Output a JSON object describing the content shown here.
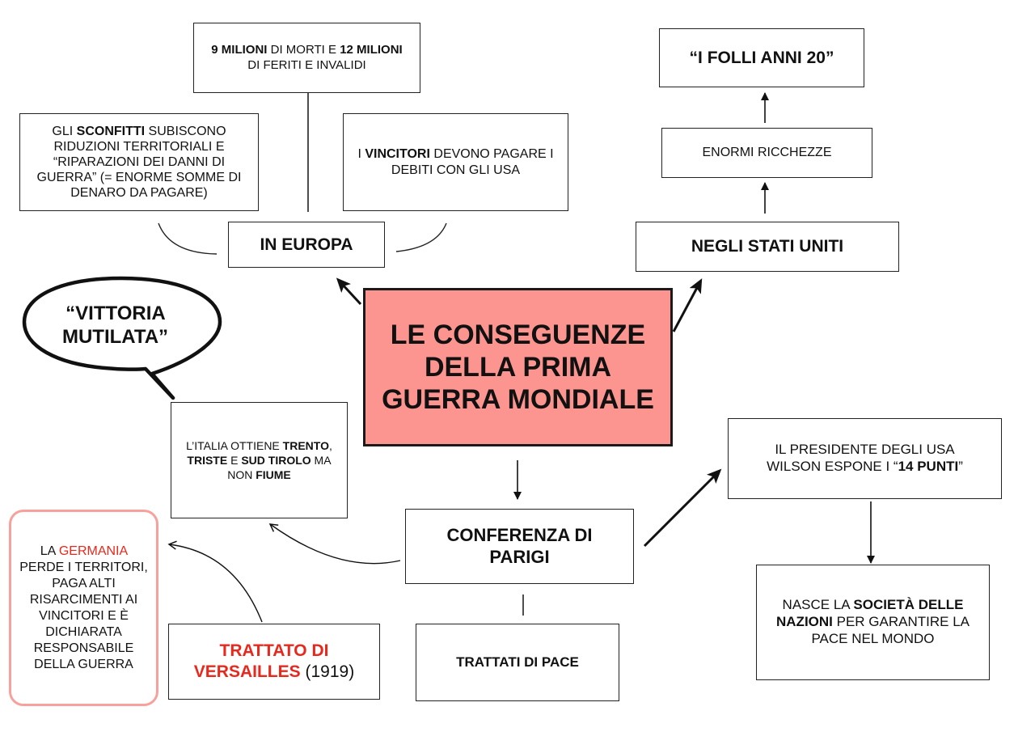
{
  "central": {
    "line1": "LE CONSEGUENZE",
    "line2": "DELLA PRIMA",
    "line3": "GUERRA MONDIALE",
    "fill_color": "#fc958f"
  },
  "europa": {
    "label": "IN EUROPA",
    "deaths": {
      "b1": "9 MILIONI",
      "t1": " DI MORTI E ",
      "b2": "12 MILIONI",
      "t2": " DI FERITI E INVALIDI"
    },
    "sconfitti": {
      "t1": "GLI ",
      "b1": "SCONFITTI",
      "t2": " SUBISCONO RIDUZIONI TERRITORIALI E “RIPARAZIONI DEI DANNI DI GUERRA” (= ENORME SOMME DI DENARO DA PAGARE)"
    },
    "vincitori": {
      "t1": "I ",
      "b1": "VINCITORI",
      "t2": " DEVONO PAGARE I DEBITI CON GLI USA"
    }
  },
  "usa": {
    "label": "NEGLI STATI UNITI",
    "ricchezze": "ENORMI RICCHEZZE",
    "folli": "“I FOLLI ANNI 20”"
  },
  "bubble": {
    "line1": "“VITTORIA",
    "line2": "MUTILATA”"
  },
  "italia": {
    "t1": "L’ITALIA OTTIENE ",
    "b1": "TRENTO",
    "t2": ", ",
    "b2": "TRISTE",
    "t3": " E ",
    "b3": "SUD TIROLO",
    "t4": " MA NON ",
    "b4": "FIUME"
  },
  "conferenza": {
    "label": "CONFERENZA DI PARIGI"
  },
  "wilson": {
    "t1": "IL PRESIDENTE DEGLI USA WILSON ESPONE I “",
    "b1": "14 PUNTI",
    "t2": "”"
  },
  "societa": {
    "t1": "NASCE LA ",
    "b1": "SOCIETÀ DELLE NAZIONI",
    "t2": " PER GARANTIRE LA PACE NEL MONDO"
  },
  "germania": {
    "t1": "LA ",
    "r1": "GERMANIA",
    "t2": " PERDE I TERRITORI, PAGA ALTI RISARCIMENTI AI VINCITORI E È DICHIARATA RESPONSABILE DELLA GUERRA",
    "border_color": "#f6a19c",
    "highlight_color": "#e8281c"
  },
  "versailles": {
    "r1": "TRATTATO DI VERSAILLES",
    "t1": " (1919)"
  },
  "trattati": {
    "label": "TRATTATI DI PACE"
  }
}
